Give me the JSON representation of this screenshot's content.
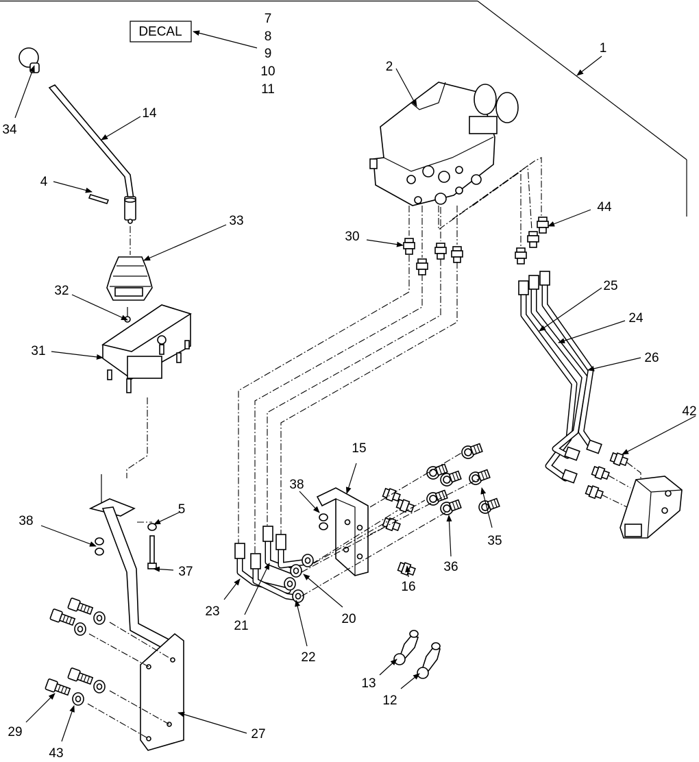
{
  "decal": {
    "label": "DECAL"
  },
  "decal_refs": [
    "7",
    "8",
    "9",
    "10",
    "11"
  ],
  "callouts": {
    "c1": "1",
    "c2": "2",
    "c4": "4",
    "c5": "5",
    "c12": "12",
    "c13": "13",
    "c14": "14",
    "c15": "15",
    "c16": "16",
    "c20": "20",
    "c21": "21",
    "c22": "22",
    "c23": "23",
    "c24": "24",
    "c25": "25",
    "c26": "26",
    "c27": "27",
    "c29": "29",
    "c30": "30",
    "c31": "31",
    "c32": "32",
    "c33": "33",
    "c34": "34",
    "c35": "35",
    "c36": "36",
    "c37": "37",
    "c38a": "38",
    "c38b": "38",
    "c42": "42",
    "c43": "43",
    "c44": "44"
  }
}
